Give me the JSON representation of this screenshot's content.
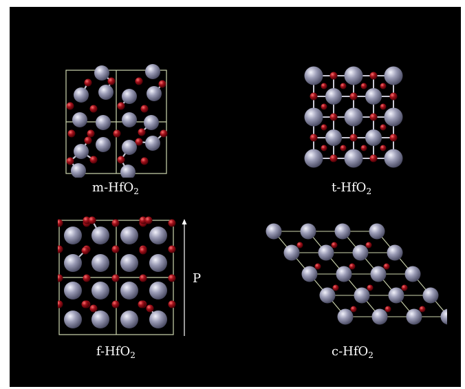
{
  "panels": {
    "m": {
      "name": "m-HfO",
      "sub": "2"
    },
    "t": {
      "name": "t-HfO",
      "sub": "2"
    },
    "f": {
      "name": "f-HfO",
      "sub": "2"
    },
    "c": {
      "name": "c-HfO",
      "sub": "2"
    }
  },
  "polarization_label": "P",
  "colors": {
    "background": "#000000",
    "hf_atom": "#9a9bb5",
    "o_atom": "#a0101a",
    "cell_edge": "#cfd8b0",
    "bond": "#c8c8d4"
  },
  "icons": {
    "polarization": "up-arrow"
  }
}
